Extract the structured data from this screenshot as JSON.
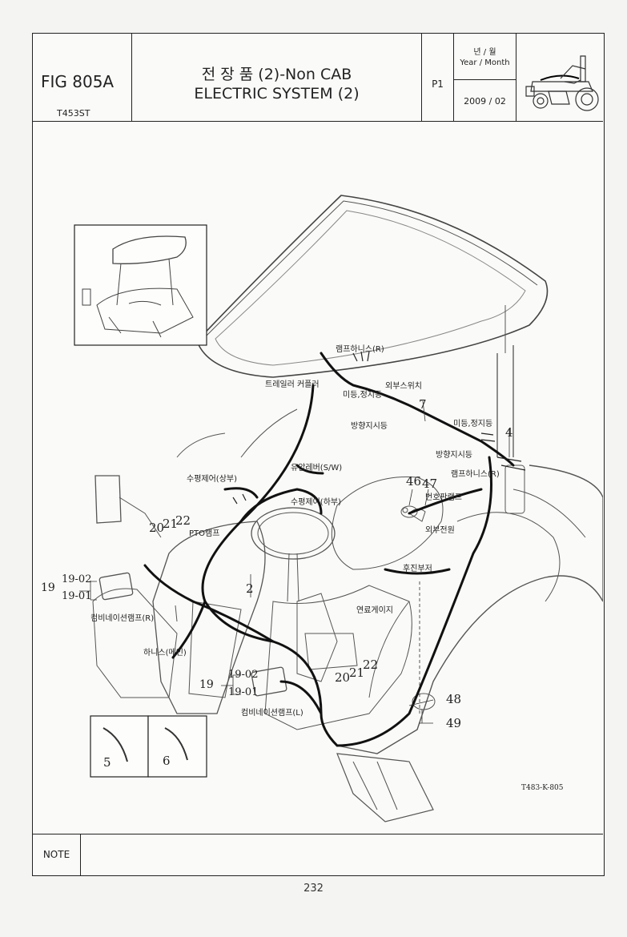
{
  "header": {
    "fig": "FIG 805A",
    "model": "T453ST",
    "title_kr": "전 장 품 (2)-Non CAB",
    "title_en": "ELECTRIC SYSTEM (2)",
    "page": "P1",
    "ym_kr": "년 / 월",
    "ym_en": "Year / Month",
    "date": "2009 / 02"
  },
  "labels": {
    "lamp_harness_r_top": "램프하니스(R)",
    "trailer_coupler": "트레일러 커플러",
    "outer_switch": "외부스위치",
    "tail_stop_lamp_1": "미등,정지등",
    "turn_signal_1": "방향지시등",
    "tail_stop_lamp_2": "미등,정지등",
    "turn_signal_2": "방향지시등",
    "lamp_harness_r_side": "램프하니스(R)",
    "plate_lamp": "번호판램프",
    "hyd_lever": "유압레버(S/W)",
    "level_upper": "수평제어(상부)",
    "level_lower": "수평제어(하부)",
    "pto_lamp": "PTO램프",
    "ext_power": "외부전원",
    "rear_buzzer": "후진부저",
    "fuel_gauge": "연료게이지",
    "combo_lamp_r": "컴비네이션램프(R)",
    "main_harness": "하니스(메인)",
    "combo_lamp_l": "컴비네이션램프(L)"
  },
  "callouts": {
    "n7": "7",
    "n4": "4",
    "n46": "46",
    "n47": "47",
    "n2": "2",
    "n20a": "20",
    "n21a": "21",
    "n22a": "22",
    "n19a": "19",
    "n1902a": "19-02",
    "n1901a": "19-01",
    "n19b": "19",
    "n1902b": "19-02",
    "n1901b": "19-01",
    "n20b": "20",
    "n21b": "21",
    "n22b": "22",
    "n48": "48",
    "n49": "49",
    "n5": "5",
    "n6": "6"
  },
  "drawing_code": "T483-K-805",
  "note_label": "NOTE",
  "page_number": "232"
}
